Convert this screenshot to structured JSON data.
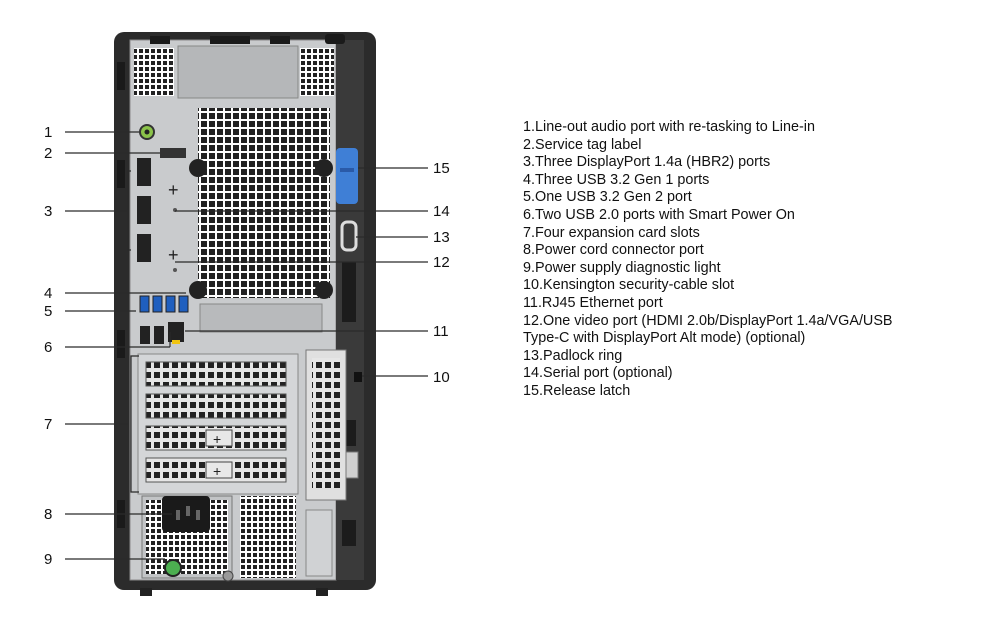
{
  "callouts": [
    "1",
    "2",
    "3",
    "4",
    "5",
    "6",
    "7",
    "8",
    "9",
    "10",
    "11",
    "12",
    "13",
    "14",
    "15"
  ],
  "legend": [
    "1.Line-out audio port with re-tasking to Line-in",
    "2.Service tag label",
    "3.Three DisplayPort 1.4a (HBR2) ports",
    "4.Three USB 3.2 Gen 1 ports",
    "5.One USB 3.2 Gen 2 port",
    "6.Two USB 2.0 ports with Smart Power On",
    "7.Four expansion card slots",
    "8.Power cord connector port",
    "9.Power supply diagnostic light",
    "10.Kensington security-cable slot",
    "11.RJ45 Ethernet port",
    "12.One video port (HDMI 2.0b/DisplayPort 1.4a/VGA/USB",
    "Type-C with DisplayPort Alt mode) (optional)",
    "13.Padlock ring",
    "14.Serial port (optional)",
    "15.Release latch"
  ],
  "colors": {
    "chassis": "#2b2b2b",
    "panel": "#c9cbcd",
    "release_latch": "#3f7fd6",
    "indicator_light": "#4caf50"
  }
}
